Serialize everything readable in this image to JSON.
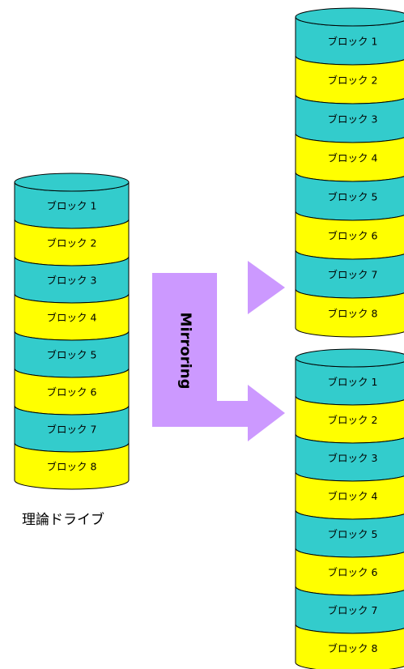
{
  "colors": {
    "block_teal": "#33CCCC",
    "block_yellow": "#FFFF00",
    "outline": "#000000",
    "arrow": "#CC99FF"
  },
  "logical_drive": {
    "caption": "理論ドライブ",
    "blocks": [
      "ブロック 1",
      "ブロック 2",
      "ブロック 3",
      "ブロック 4",
      "ブロック 5",
      "ブロック 6",
      "ブロック 7",
      "ブロック 8"
    ]
  },
  "mirror_drive_1": {
    "blocks": [
      "ブロック 1",
      "ブロック 2",
      "ブロック 3",
      "ブロック 4",
      "ブロック 5",
      "ブロック 6",
      "ブロック 7",
      "ブロック 8"
    ]
  },
  "mirror_drive_2": {
    "blocks": [
      "ブロック 1",
      "ブロック 2",
      "ブロック 3",
      "ブロック 4",
      "ブロック 5",
      "ブロック 6",
      "ブロック 7",
      "ブロック 8"
    ]
  },
  "arrow": {
    "label": "Mirroring",
    "icon": "forked-right-arrow-icon"
  }
}
